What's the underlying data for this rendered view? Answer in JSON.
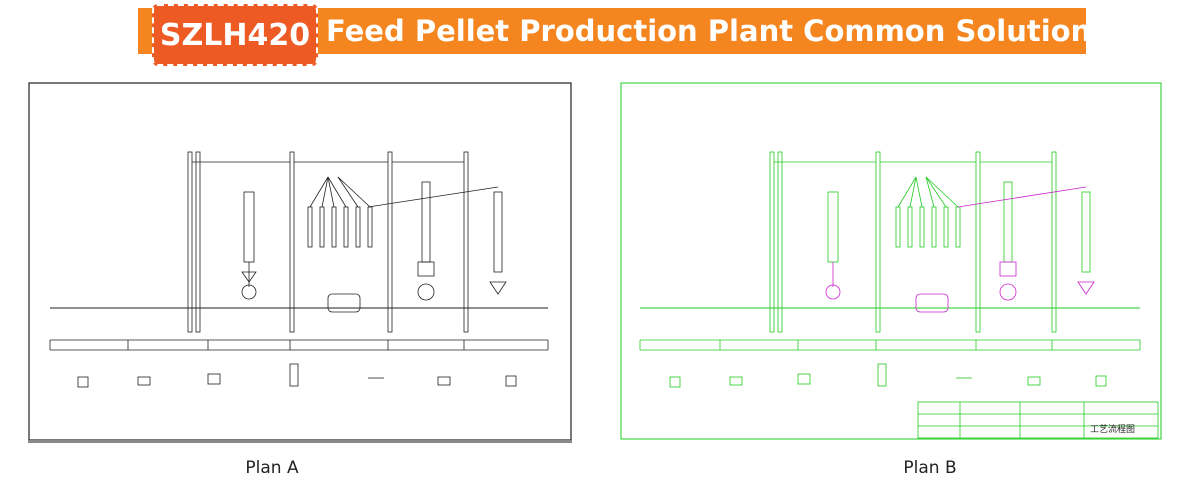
{
  "banner": {
    "model": "SZLH420",
    "title": "Feed Pellet Production Plant Common Solutions",
    "accent": "#f5851f",
    "badge_color": "#ee5a24"
  },
  "plans": [
    {
      "caption": "Plan A",
      "line_color": "#222222"
    },
    {
      "caption": "Plan B",
      "line_color": "#22cc22",
      "equipment_color": "#cc22cc"
    }
  ],
  "title_block": {
    "drawing_name": "工艺流程图"
  }
}
